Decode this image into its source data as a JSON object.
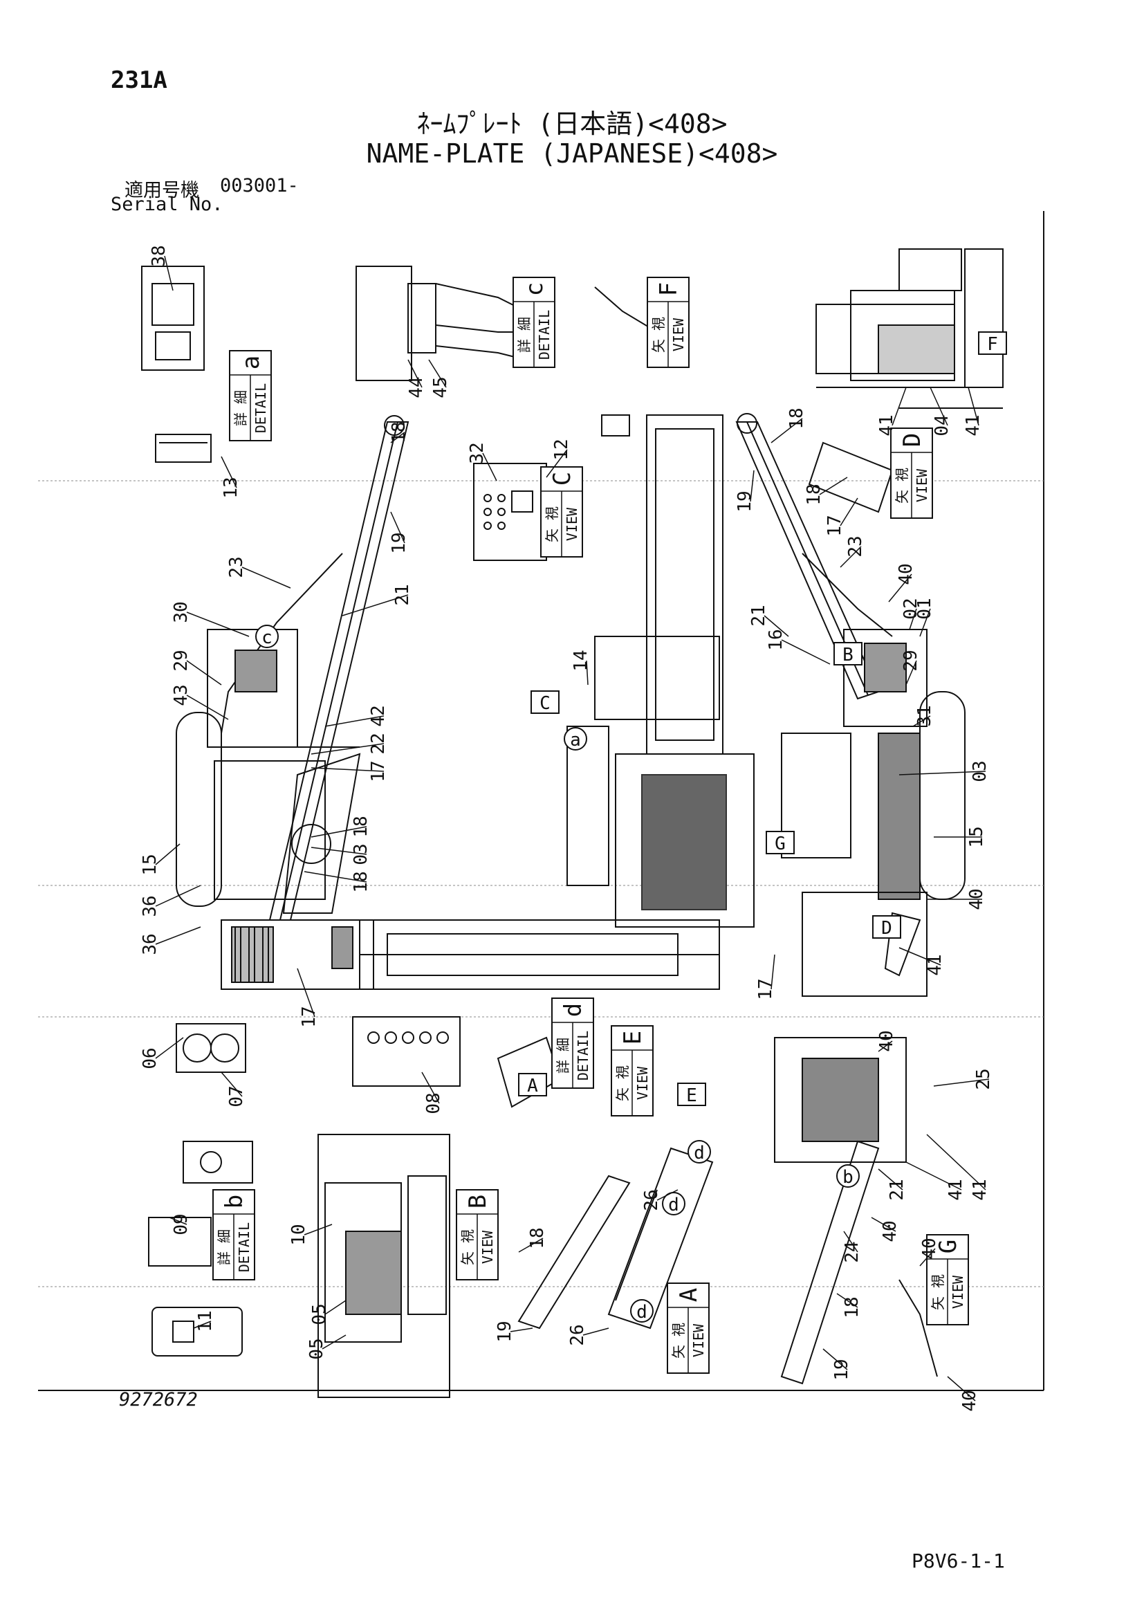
{
  "header": {
    "page_number": "231A",
    "title_jp": "ﾈｰﾑﾌﾟﾚｰﾄ (日本語)<408>",
    "title_en": "NAME-PLATE (JAPANESE)<408>",
    "serial_label_jp": "適用号機",
    "serial_value": "003001-",
    "serial_label_en": "Serial No."
  },
  "footer": {
    "drawing_number": "9272672",
    "sheet_code": "P8V6-1-1"
  },
  "view_boxes": [
    {
      "id": "detail-a",
      "kind": "DETAIL",
      "kanji": "詳 細",
      "letter": "a"
    },
    {
      "id": "detail-b",
      "kind": "DETAIL",
      "kanji": "詳 細",
      "letter": "b"
    },
    {
      "id": "detail-c",
      "kind": "DETAIL",
      "kanji": "詳 細",
      "letter": "c"
    },
    {
      "id": "detail-d",
      "kind": "DETAIL",
      "kanji": "詳 細",
      "letter": "d"
    },
    {
      "id": "view-a",
      "kind": "VIEW",
      "kanji": "矢 視",
      "letter": "A"
    },
    {
      "id": "view-b",
      "kind": "VIEW",
      "kanji": "矢 視",
      "letter": "B"
    },
    {
      "id": "view-c",
      "kind": "VIEW",
      "kanji": "矢 視",
      "letter": "C"
    },
    {
      "id": "view-d",
      "kind": "VIEW",
      "kanji": "矢 視",
      "letter": "D"
    },
    {
      "id": "view-e",
      "kind": "VIEW",
      "kanji": "矢 視",
      "letter": "E"
    },
    {
      "id": "view-f",
      "kind": "VIEW",
      "kanji": "矢 視",
      "letter": "F"
    },
    {
      "id": "view-g",
      "kind": "VIEW",
      "kanji": "矢 視",
      "letter": "G"
    }
  ],
  "callouts": [
    "38",
    "44",
    "45",
    "41",
    "04",
    "41",
    "18",
    "13",
    "32",
    "12",
    "18",
    "19",
    "18",
    "17",
    "19",
    "23",
    "23",
    "40",
    "02",
    "01",
    "30",
    "21",
    "21",
    "29",
    "16",
    "29",
    "14",
    "31",
    "43",
    "42",
    "22",
    "17",
    "03",
    "15",
    "18",
    "03",
    "18",
    "36",
    "15",
    "36",
    "40",
    "41",
    "17",
    "17",
    "06",
    "07",
    "08",
    "40",
    "25",
    "05",
    "41",
    "09",
    "10",
    "26",
    "21",
    "41",
    "40",
    "24",
    "18",
    "11",
    "19",
    "26",
    "40",
    "18",
    "19",
    "05",
    "40"
  ],
  "markers": [
    "a",
    "b",
    "c",
    "d",
    "d",
    "d",
    "A",
    "B",
    "C",
    "D",
    "E",
    "F",
    "G"
  ]
}
